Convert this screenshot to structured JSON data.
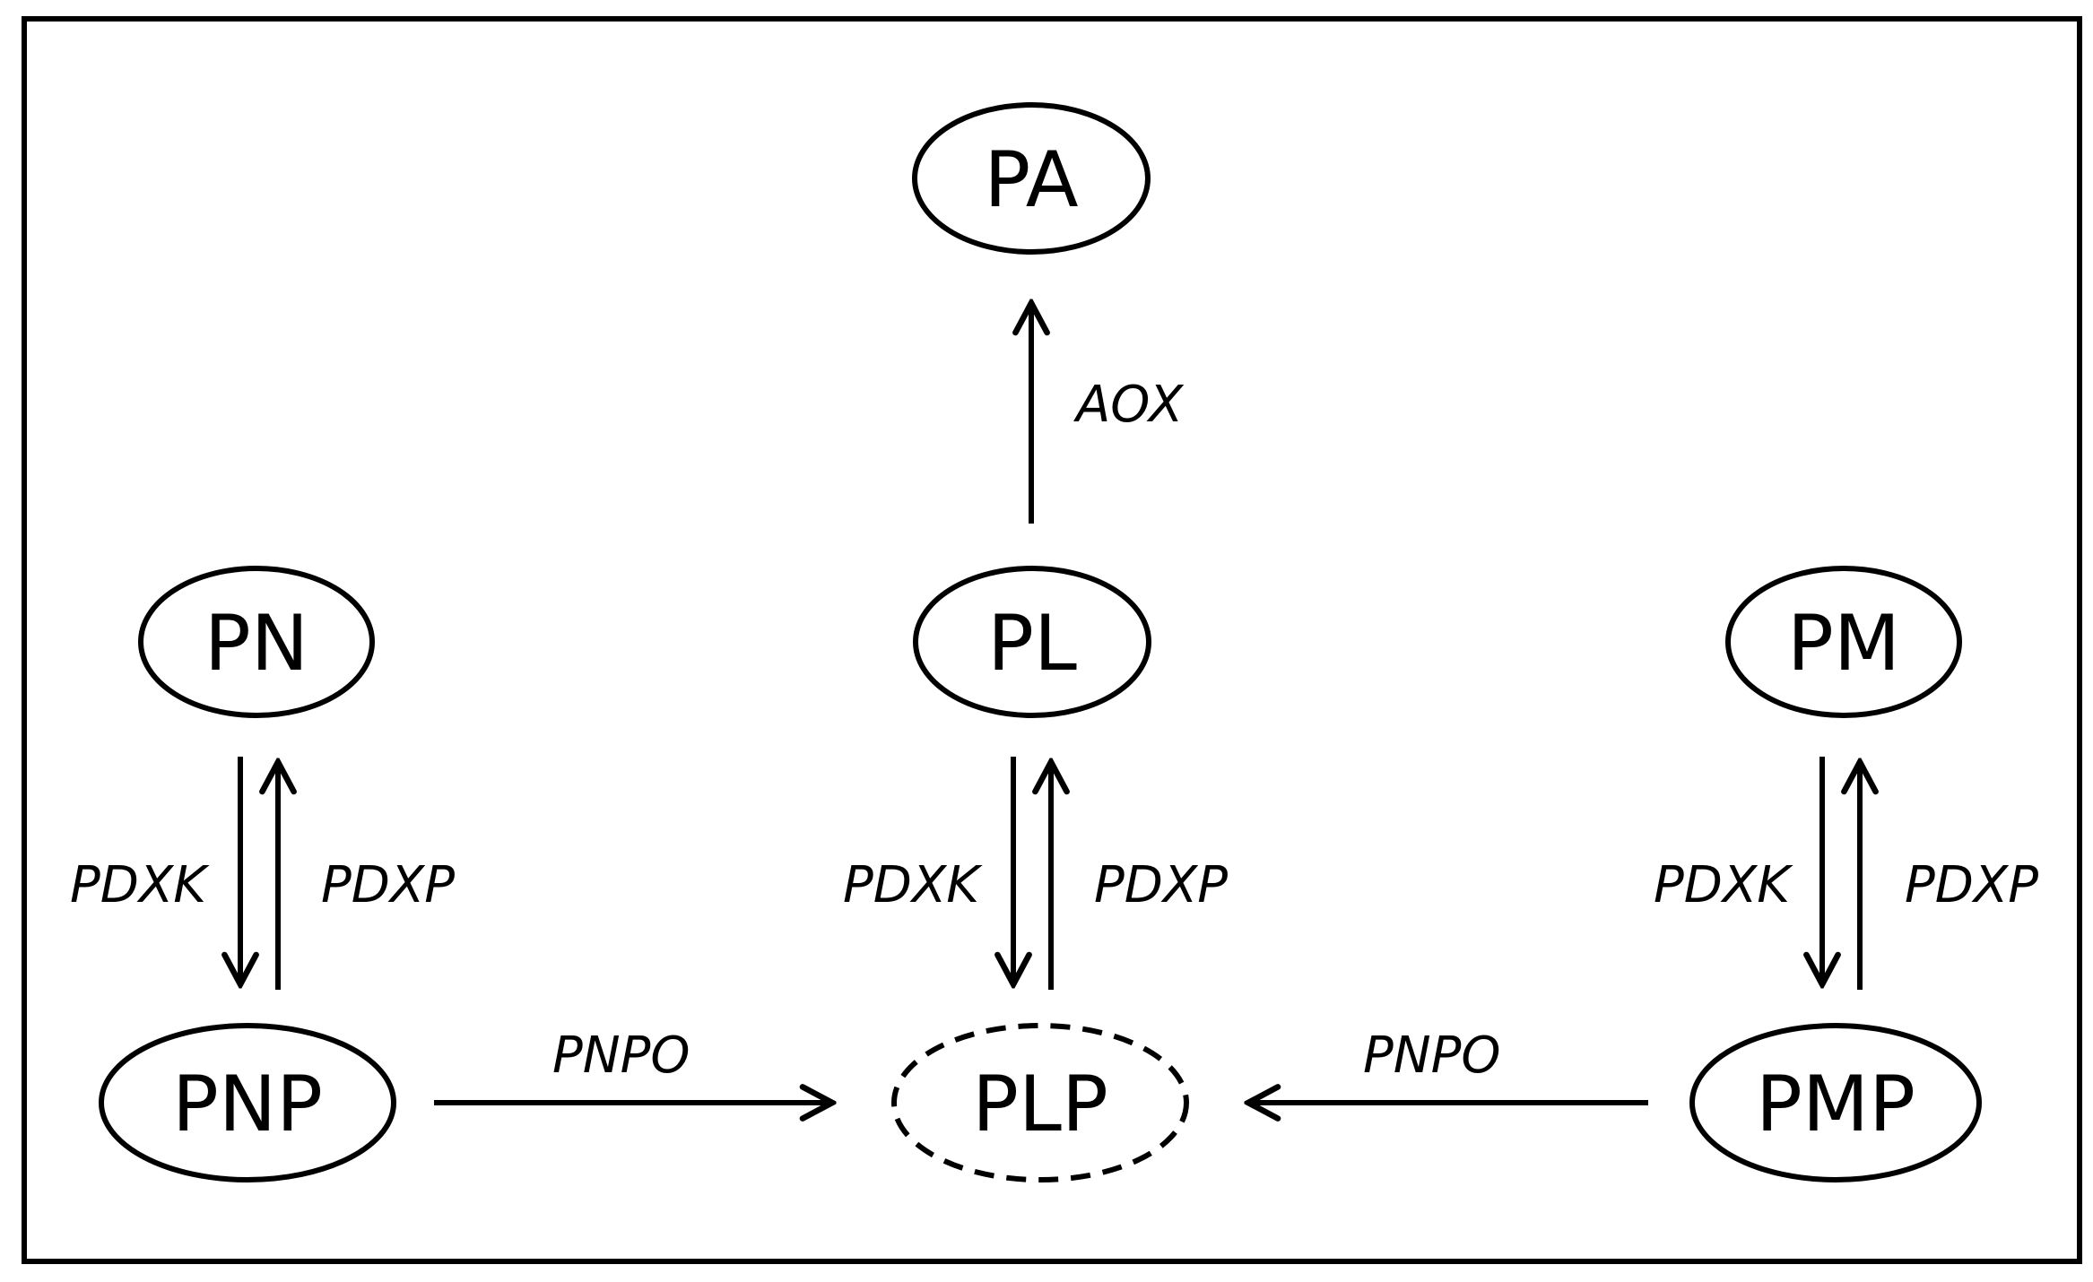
{
  "nodes": {
    "pa": "PA",
    "pl": "PL",
    "pn": "PN",
    "pm": "PM",
    "pnp": "PNP",
    "plp": "PLP",
    "pmp": "PMP"
  },
  "enzymes": {
    "aox": "AOX",
    "pn_pdxk": "PDXK",
    "pn_pdxp": "PDXP",
    "pl_pdxk": "PDXK",
    "pl_pdxp": "PDXP",
    "pm_pdxk": "PDXK",
    "pm_pdxp": "PDXP",
    "pnp_pnpo": "PNPO",
    "pmp_pnpo": "PNPO"
  },
  "colors": {
    "ink": "#000000",
    "background": "#ffffff"
  }
}
